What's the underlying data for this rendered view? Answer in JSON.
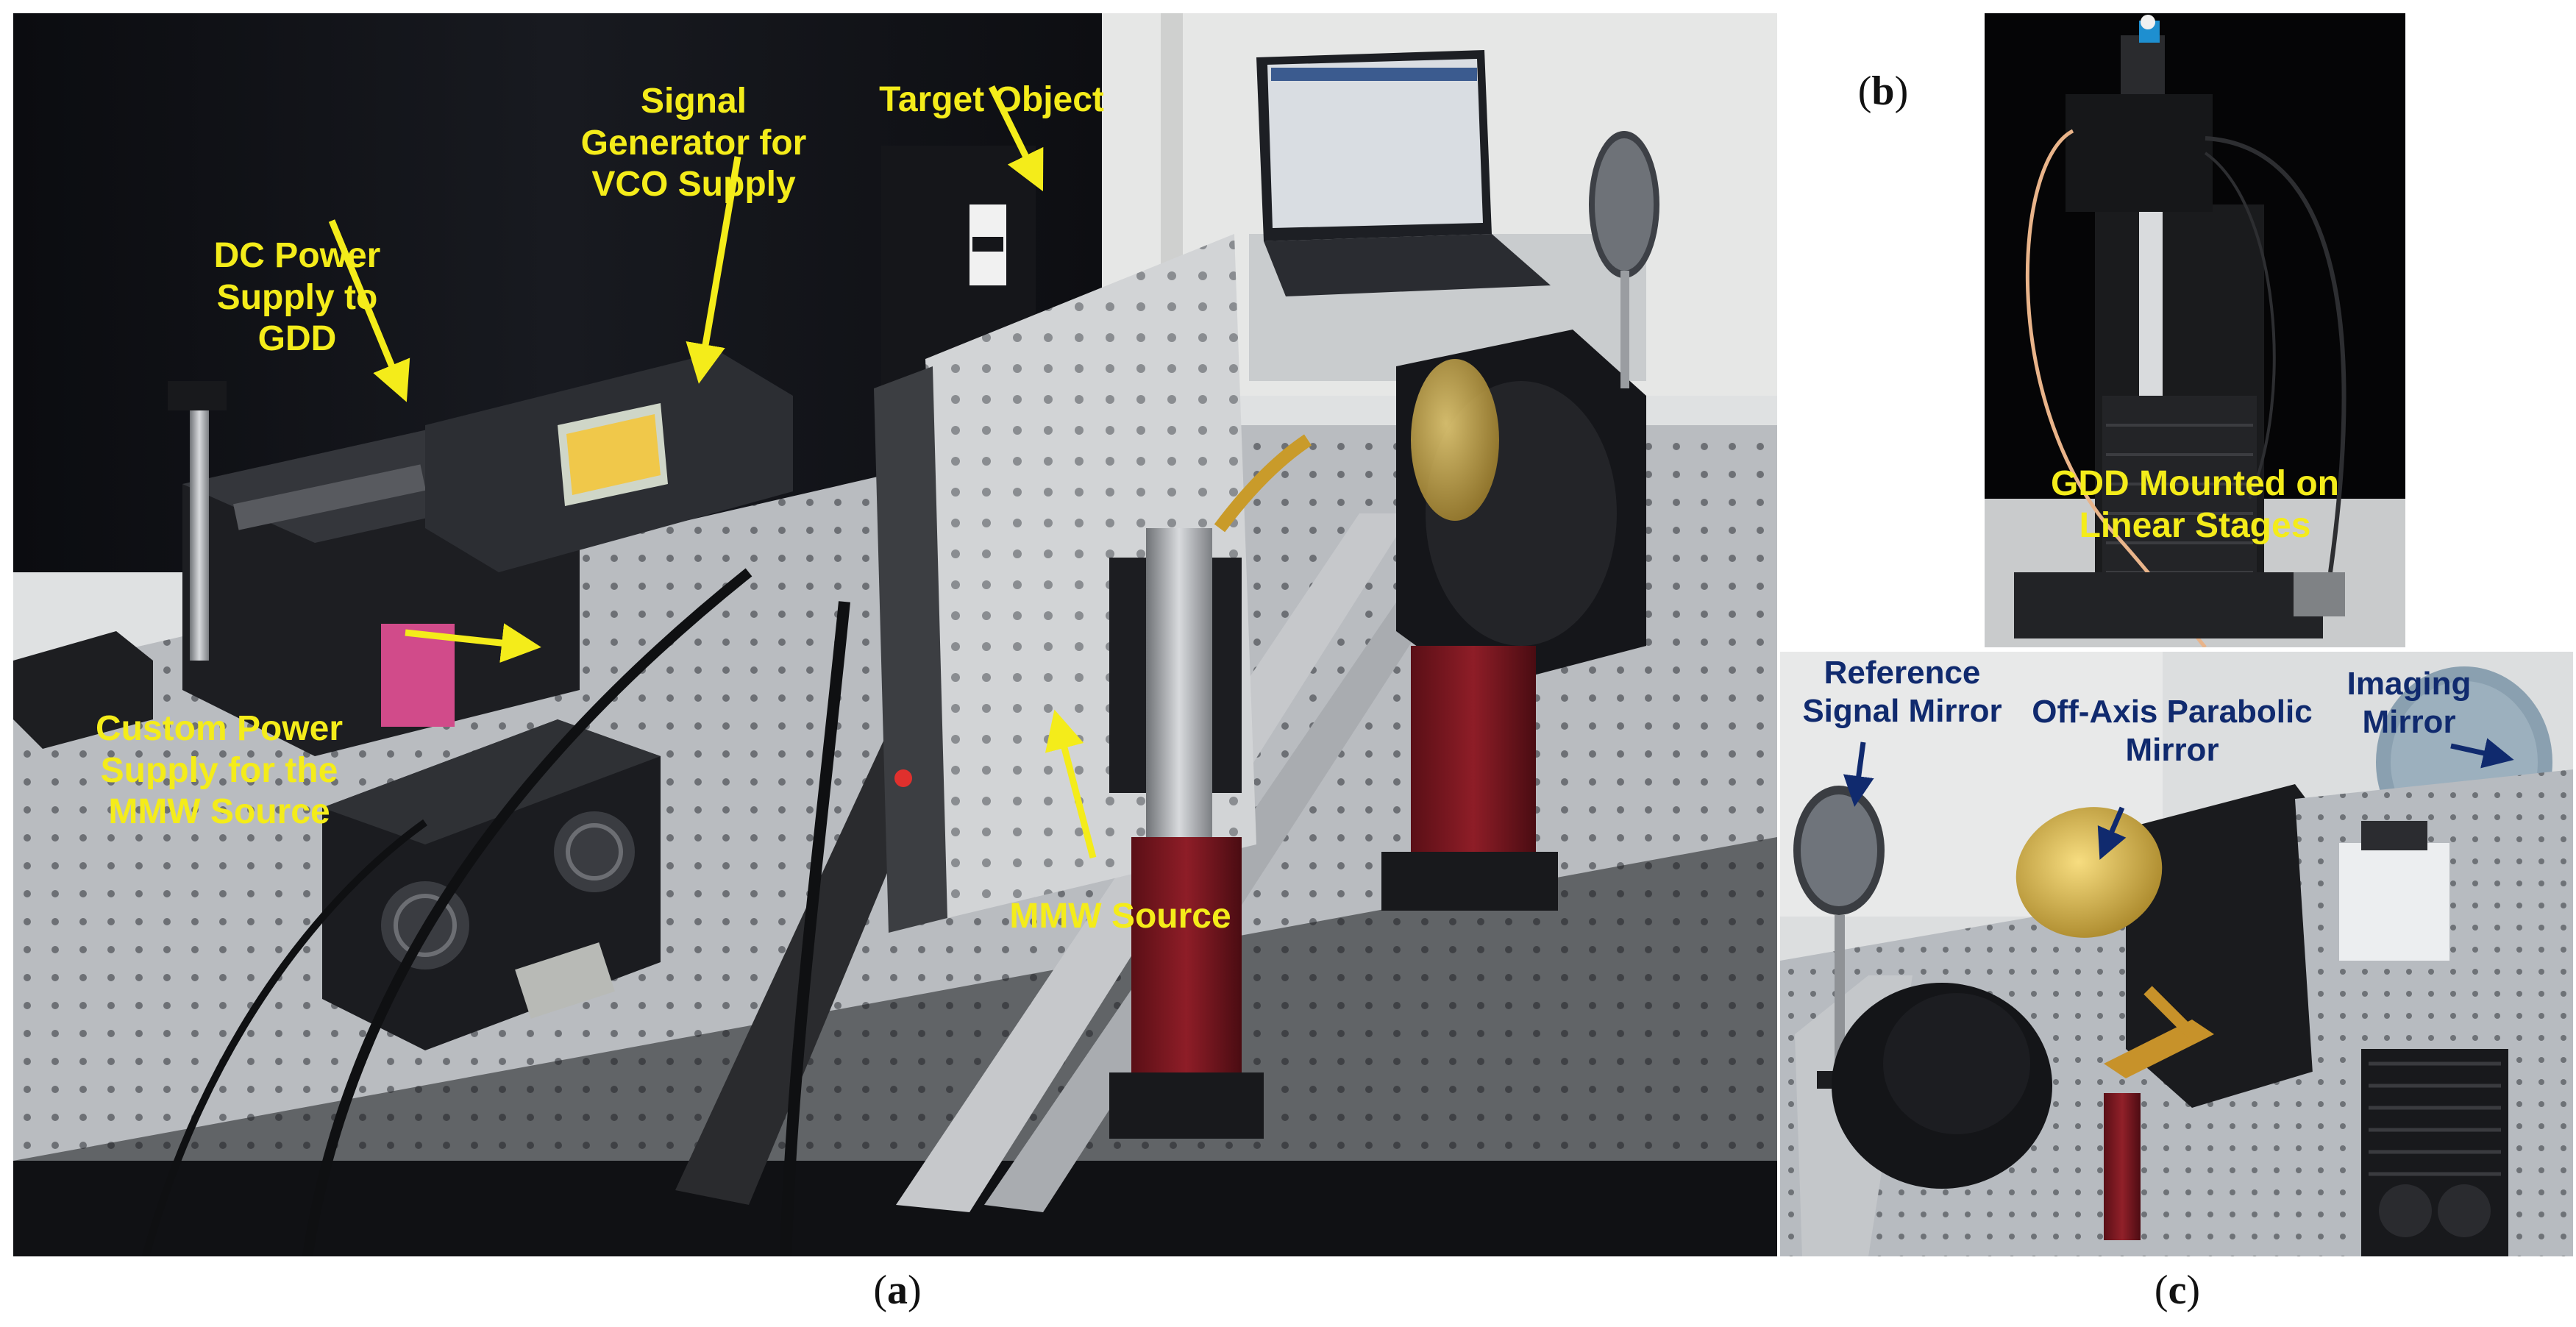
{
  "panels": {
    "a": {
      "caption_open": "(",
      "caption_letter": "a",
      "caption_close": ")",
      "labels": {
        "target_object": "Target Object",
        "signal_generator": "Signal Generator for VCO Supply",
        "dc_power": "DC Power Supply to GDD",
        "custom_power": "Custom Power Supply for the MMW Source",
        "mmw_source": "MMW Source"
      }
    },
    "b": {
      "caption_open": "(",
      "caption_letter": "b",
      "caption_close": ")",
      "labels": {
        "gdd_mounted": "GDD Mounted on Linear Stages"
      }
    },
    "c": {
      "caption_open": "(",
      "caption_letter": "c",
      "caption_close": ")",
      "labels": {
        "reference_mirror": "Reference Signal Mirror",
        "off_axis_mirror": "Off-Axis Parabolic Mirror",
        "imaging_mirror": "Imaging Mirror"
      }
    }
  },
  "colors": {
    "annotation_yellow": "#f4ec1a",
    "annotation_navy": "#102a6e"
  }
}
